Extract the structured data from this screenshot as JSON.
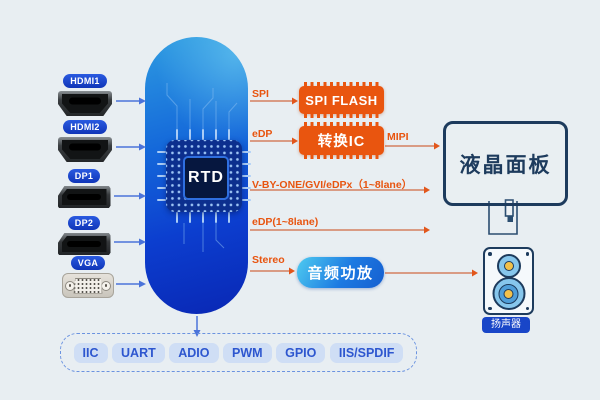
{
  "diagram": {
    "soc_label": "RTD",
    "inputs": [
      {
        "label": "HDMI1"
      },
      {
        "label": "HDMI2"
      },
      {
        "label": "DP1"
      },
      {
        "label": "DP2"
      },
      {
        "label": "VGA"
      }
    ],
    "buses": {
      "spi": "SPI",
      "edp": "eDP",
      "mipi": "MIPI",
      "vbyone": "V-BY-ONE/GVI/eDPx（1~8lane）",
      "edp_lanes": "eDP(1~8lane)",
      "stereo": "Stereo"
    },
    "blocks": {
      "spi_flash": "SPI FLASH",
      "converter_ic": "转换IC",
      "audio_amp": "音频功放",
      "lcd_panel": "液晶面板",
      "speaker": "扬声器"
    },
    "low_speed_buses": [
      "IIC",
      "UART",
      "ADIO",
      "PWM",
      "GPIO",
      "IIS/SPDIF"
    ],
    "colors": {
      "accent_orange": "#E8540F",
      "soc_deep_blue": "#0A2FC4",
      "badge_blue": "#1844D6",
      "panel_navy": "#1D3B5D",
      "background_blue": "#C9E6F8",
      "background_pink": "#FDEEE9"
    }
  }
}
